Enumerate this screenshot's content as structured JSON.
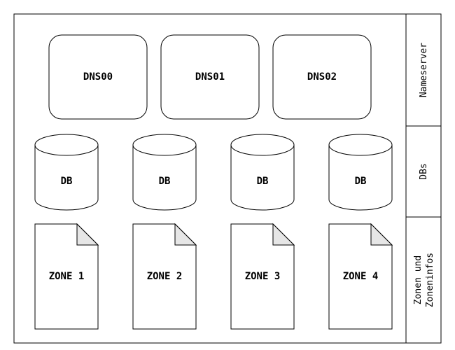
{
  "lanes": [
    {
      "id": "nameserver",
      "label_lines": [
        "Nameserver"
      ]
    },
    {
      "id": "dbs",
      "label_lines": [
        "DBs"
      ]
    },
    {
      "id": "zones",
      "label_lines": [
        "Zonen und",
        "Zoneninfos"
      ]
    }
  ],
  "nameservers": [
    "DNS00",
    "DNS01",
    "DNS02"
  ],
  "databases": [
    "DB",
    "DB",
    "DB",
    "DB"
  ],
  "zones": [
    "ZONE 1",
    "ZONE 2",
    "ZONE 3",
    "ZONE 4"
  ]
}
